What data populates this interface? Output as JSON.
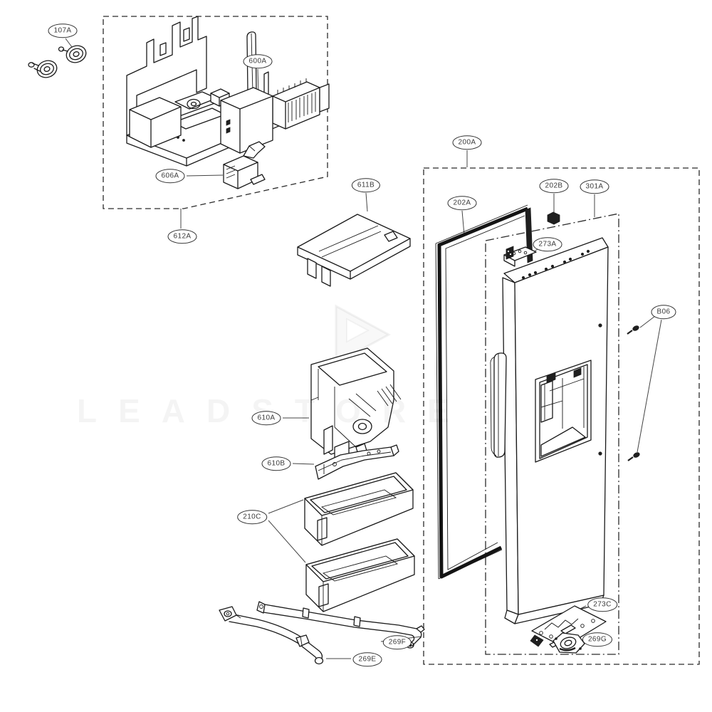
{
  "diagram": {
    "kind": "exploded-parts-diagram",
    "subject": "refrigerator freezer door assembly",
    "background": "#ffffff",
    "line_color": "#1a1a1a",
    "label_border_color": "#2f2f2f",
    "label_text_color": "#3a3a3a"
  },
  "callouts": {
    "107A": {
      "text": "107A"
    },
    "600A": {
      "text": "600A"
    },
    "606A": {
      "text": "606A"
    },
    "612A": {
      "text": "612A"
    },
    "611B": {
      "text": "611B"
    },
    "610A": {
      "text": "610A"
    },
    "610B": {
      "text": "610B"
    },
    "210C": {
      "text": "210C"
    },
    "269F": {
      "text": "269F"
    },
    "269E": {
      "text": "269E"
    },
    "200A": {
      "text": "200A"
    },
    "202A": {
      "text": "202A"
    },
    "202B": {
      "text": "202B"
    },
    "301A": {
      "text": "301A"
    },
    "273A": {
      "text": "273A"
    },
    "B06": {
      "text": "B06"
    },
    "273C": {
      "text": "273C"
    },
    "269G": {
      "text": "269G"
    }
  },
  "watermark": {
    "text": "LEADSTORE"
  }
}
